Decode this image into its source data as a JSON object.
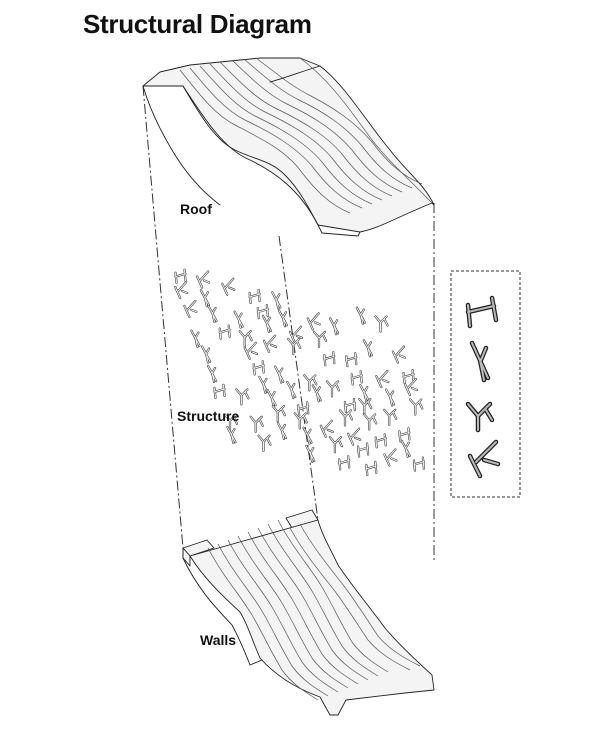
{
  "title": "Structural Diagram",
  "layers": {
    "roof": "Roof",
    "structure": "Structure",
    "walls": "Walls"
  },
  "legend": {
    "items": [
      "h-frame-icon",
      "lambda-column-icon",
      "y-branch-icon",
      "k-branch-icon"
    ]
  },
  "colors": {
    "line": "#222222",
    "background": "#ffffff"
  }
}
